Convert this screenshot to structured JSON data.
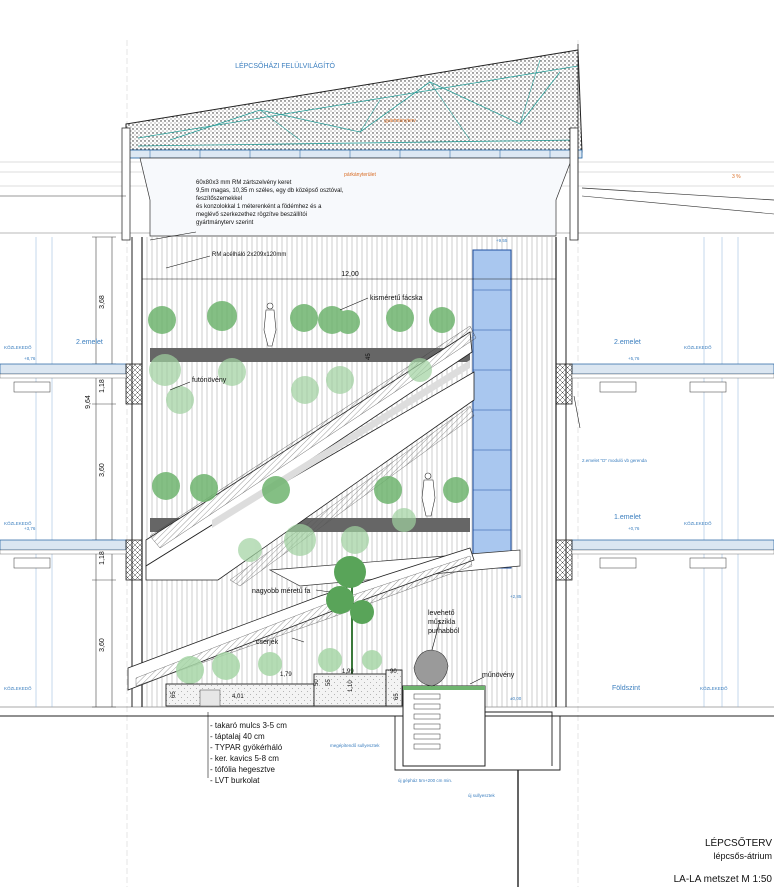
{
  "skylight_title": "LÉPCSŐHÁZI FELÜLVILÁGÍTÓ",
  "orange_notes": [
    "gyártmányterv",
    "párkányterület",
    "3 %"
  ],
  "frame_note": [
    "60x80x3 mm RM zártszelvény keret",
    "9,5m magas, 10,35 m széles, egy db középső osztóval,",
    "feszítőszemekkel",
    "és konzolokkal 1 méterenként a födémhez és a",
    "meglévő szerkezethez rögzítve beszállítói",
    "gyártmányterv szerint"
  ],
  "mesh_note": "RM acélháló 2x209x120mm",
  "width_dim": "12,00",
  "small_tree_label": "kisméretű fácska",
  "climber_label": "futónövény",
  "big_tree_label": "nagyobb méretű fa",
  "shrub_label": "cserjék",
  "rock_label": [
    "levehető",
    "műszikla",
    "purhabból"
  ],
  "artificial_plant_label": "műnövény",
  "floor_labels": {
    "second": "2.emelet",
    "first": "1.emelet",
    "ground": "Földszint"
  },
  "corridor_label": "KÖZLEKEDŐ",
  "side_note": "2.emelet \"D\" moduló vb gerenda",
  "vertical_dims": [
    "3,68",
    "1,18",
    "9,64",
    "3,60",
    "1,18",
    "3,60"
  ],
  "planter_dims": [
    "1,79",
    "1,10",
    "1,99",
    "90",
    "4,01",
    "55",
    "50",
    "65",
    "65",
    "45"
  ],
  "level_marks": [
    "+9,55",
    "+8,76",
    "+3,76",
    "+2,85",
    "±0,00",
    "+0,76",
    "+5,76"
  ],
  "layers": [
    "- takaró mulcs 3-5 cm",
    "- táptalaj 40 cm",
    "- TYPAR gyökérháló",
    "- ker. kavics 5-8 cm",
    "- tófólia hegesztve",
    "- LVT burkolat"
  ],
  "basement_notes": [
    "megépítendő sullyesztek",
    "új gépház 5m+200 cm min.",
    "új sullyesztek"
  ],
  "title_block": {
    "line1": "LÉPCSŐTERV",
    "line2": "lépcsős-átrium",
    "line3": "LA-LA metszet  M 1:50"
  }
}
